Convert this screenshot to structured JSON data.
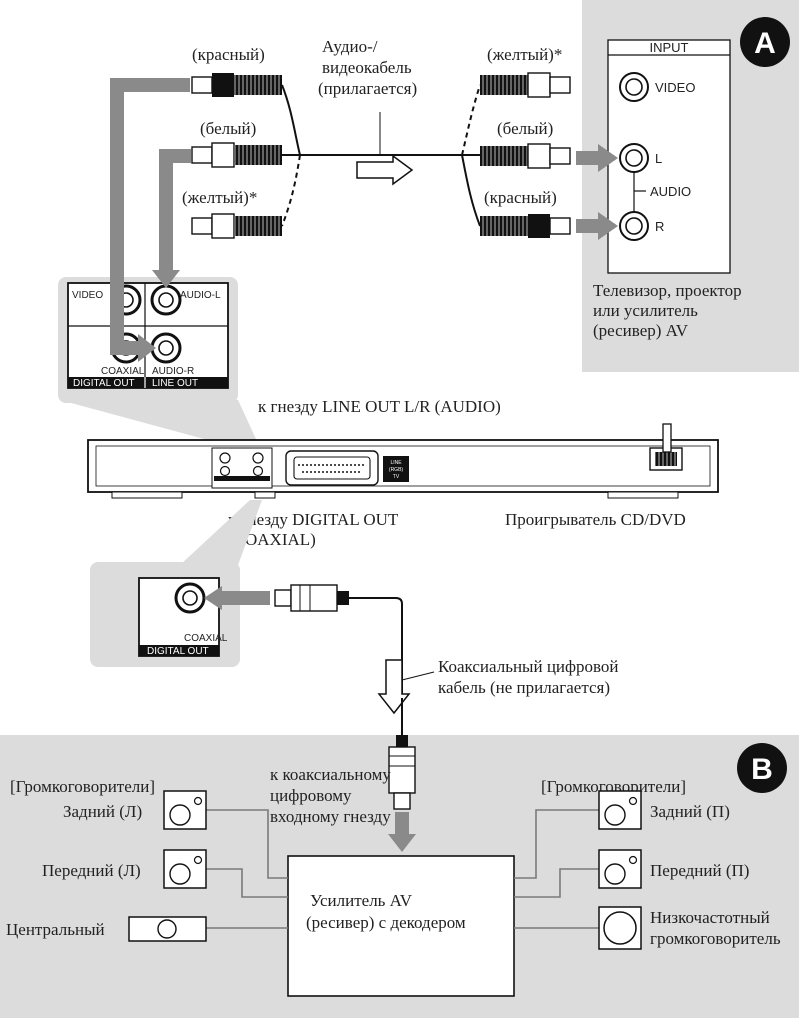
{
  "colors": {
    "panel_bg": "#dcdcdc",
    "arrow": "#8a8a8a",
    "line": "#111111",
    "badge_bg": "#111111"
  },
  "section_a": {
    "badge": "A",
    "input_title": "INPUT",
    "video": "VIDEO",
    "l": "L",
    "audio": "AUDIO",
    "r": "R",
    "device": [
      "Телевизор, проектор",
      "или усилитель",
      "(ресивер) AV"
    ]
  },
  "cable": {
    "red_left": "(красный)",
    "white_left": "(белый)",
    "yellow_left": "(желтый)*",
    "title": [
      "Аудио-/",
      "видеокабель",
      "(прилагается)"
    ],
    "yellow_right": "(желтый)*",
    "white_right": "(белый)",
    "red_right": "(красный)"
  },
  "jack_panel": {
    "video": "VIDEO",
    "audio_l": "AUDIO-L",
    "coaxial": "COAXIAL",
    "audio_r": "AUDIO-R",
    "digital_out": "DIGITAL OUT",
    "line_out": "LINE OUT"
  },
  "player": {
    "to_line_out": "к гнезду LINE OUT L/R (AUDIO)",
    "to_digital_out": [
      "к гнезду DIGITAL OUT",
      "(COAXIAL)"
    ],
    "name": "Проигрыватель CD/DVD",
    "scart": [
      "LINE",
      "(RGB)",
      "TV"
    ]
  },
  "coax_panel": {
    "coaxial": "COAXIAL",
    "digital_out": "DIGITAL OUT"
  },
  "coax_cable": [
    "Коаксиальный цифровой",
    "кабель (не прилагается)"
  ],
  "section_b": {
    "badge": "B",
    "to_coax_input": [
      "к коаксиальному",
      "цифровому",
      "входному гнезду"
    ],
    "speakers_left": "[Громкоговорители]",
    "speakers_right": "[Громкоговорители]",
    "rear_left": "Задний (Л)",
    "front_left": "Передний (Л)",
    "center": "Центральный",
    "rear_right": "Задний (П)",
    "front_right": "Передний (П)",
    "subwoofer": [
      "Низкочастотный",
      "громкоговоритель"
    ],
    "amplifier": [
      "Усилитель AV",
      "(ресивер) с декодером"
    ]
  }
}
